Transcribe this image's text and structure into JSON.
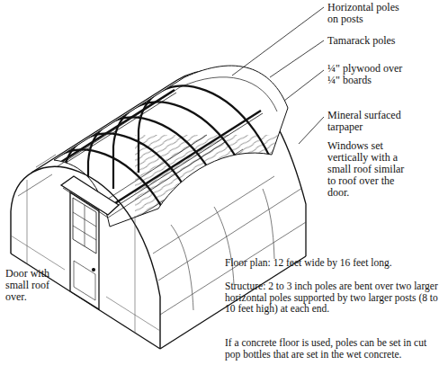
{
  "diagram": {
    "labels": [
      "Horizontal poles on posts",
      "Tamarack poles",
      "¼\" plywood over ¼\" boards",
      "Mineral surfaced tarpaper",
      "Windows set vertically with a small roof similar to roof over the door.",
      "Door with small roof over.",
      "Floor plan: 12 feet wide by 16 feet long.",
      "Structure: 2 to 3 inch poles are bent over two larger horizontal poles supported by two larger posts (8 to 10 feet high) at each end.",
      "If a concrete floor is used, poles can be set in cut pop bottles that are set in the wet concrete."
    ]
  }
}
